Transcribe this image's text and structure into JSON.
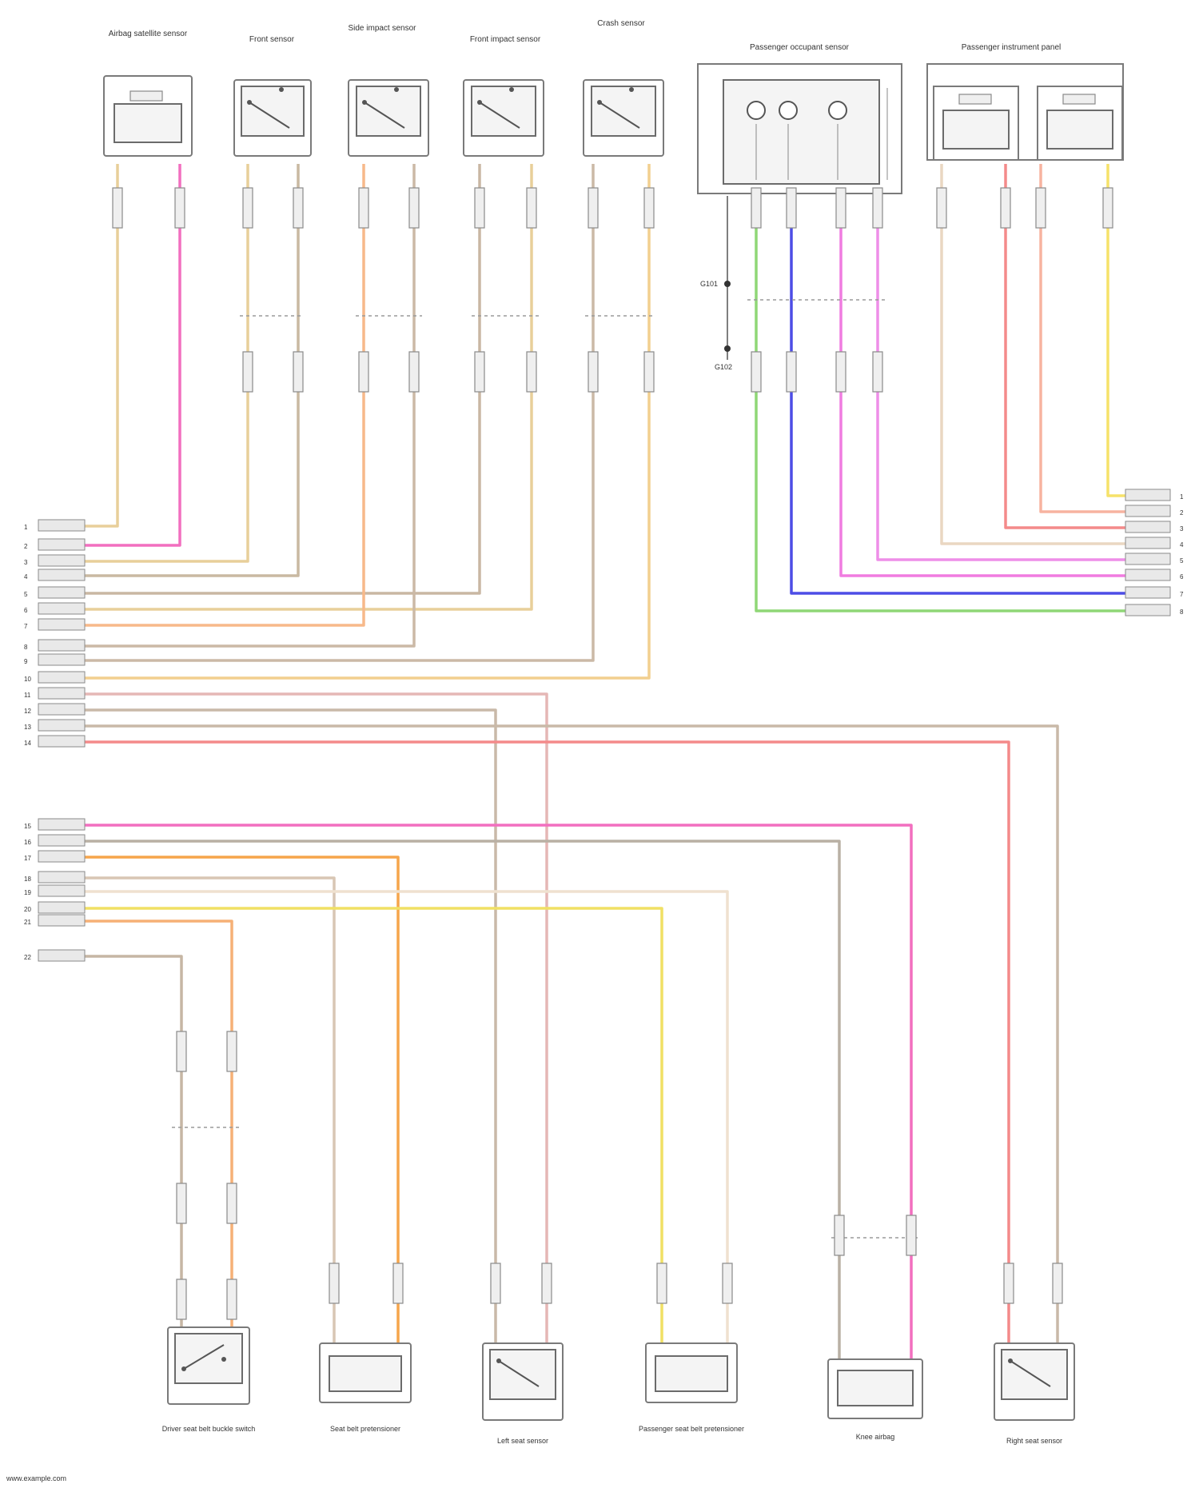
{
  "diagram": {
    "colors": {
      "tan": "#e8cf9a",
      "pink": "#f26fbf",
      "peach": "#f7b98a",
      "beige": "#d8c6b4",
      "orange": "#f6a54b",
      "salmon": "#f48a8a",
      "yellow": "#f6e26a",
      "green": "#8fd776",
      "blue": "#4d4de6",
      "magenta": "#ee8ee8",
      "grey": "#b9b0a4"
    },
    "top_components": [
      {
        "label": "Airbag satellite sensor"
      },
      {
        "label": "Front sensor"
      },
      {
        "label": "Side impact sensor"
      },
      {
        "label": "Front impact sensor"
      },
      {
        "label": "Crash sensor"
      }
    ],
    "passenger_occupant_module": {
      "title": "Passenger occupant sensor"
    },
    "passenger_dash_module": {
      "title": "Passenger instrument panel"
    },
    "left_connector_upper_pins": [
      "1",
      "2",
      "3",
      "4",
      "5",
      "6",
      "7",
      "8",
      "9",
      "10",
      "11",
      "12",
      "13",
      "14"
    ],
    "left_connector_lower_pins": [
      "15",
      "16",
      "17",
      "18",
      "19",
      "20",
      "21"
    ],
    "left_connector_bottom_pin": "22",
    "right_connector_pins": [
      "1",
      "2",
      "3",
      "4",
      "5",
      "6",
      "7",
      "8"
    ],
    "ground_labels": [
      "G101",
      "G102"
    ],
    "bottom_components": [
      {
        "label": "Driver seat belt buckle switch"
      },
      {
        "label": "Seat belt pretensioner"
      },
      {
        "label": "Left seat sensor"
      },
      {
        "label": "Passenger seat belt pretensioner"
      },
      {
        "label": "Knee airbag"
      },
      {
        "label": "Right seat sensor"
      }
    ],
    "footer": "www.example.com"
  }
}
